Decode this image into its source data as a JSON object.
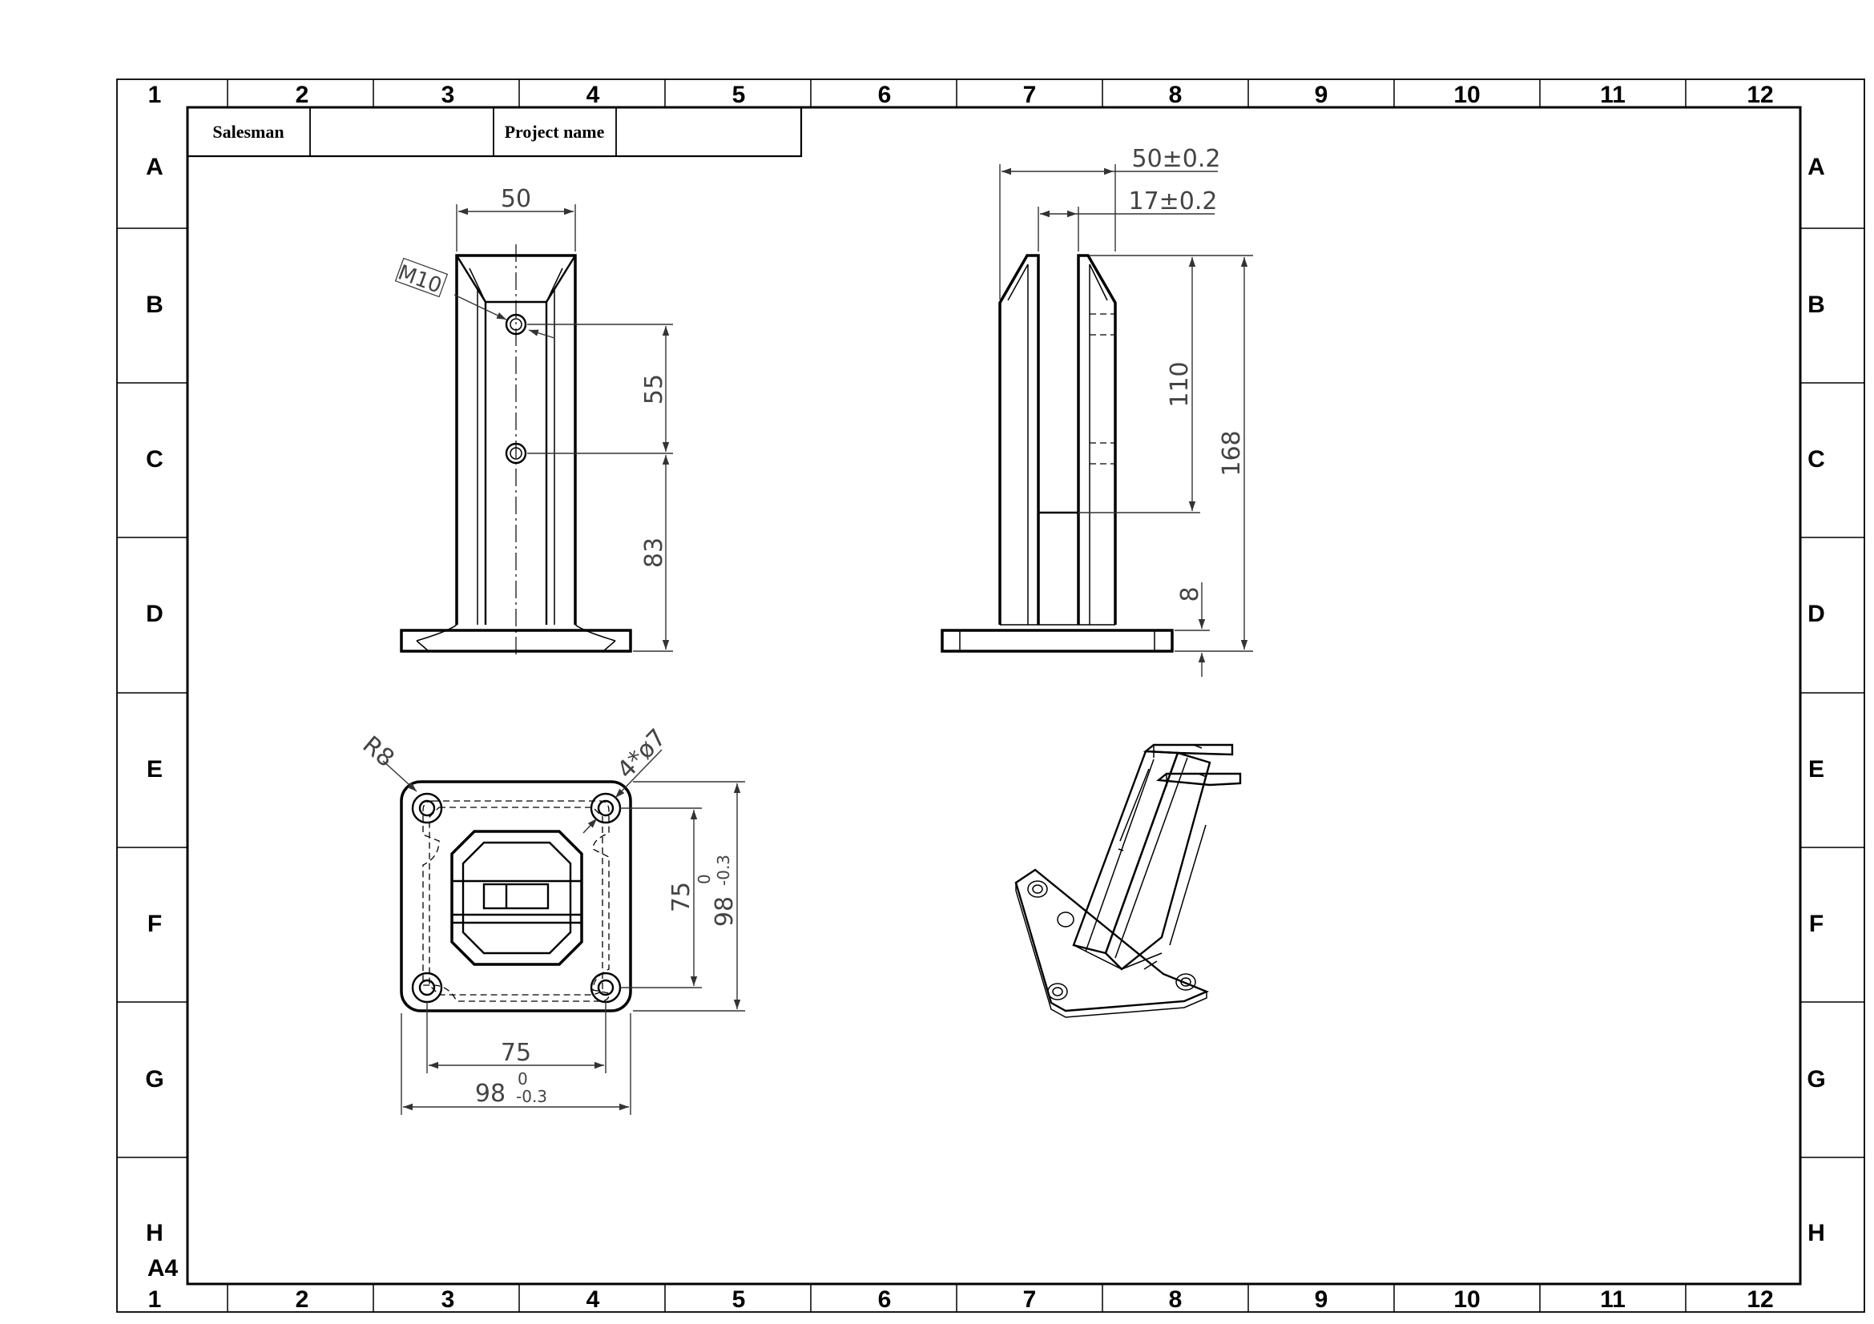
{
  "sheet": {
    "size_label": "A4",
    "columns": [
      "1",
      "2",
      "3",
      "4",
      "5",
      "6",
      "7",
      "8",
      "9",
      "10",
      "11",
      "12"
    ],
    "rows": [
      "A",
      "B",
      "C",
      "D",
      "E",
      "F",
      "G",
      "H"
    ]
  },
  "title_block": {
    "salesman_label": "Salesman",
    "salesman_value": "",
    "project_label": "Project name",
    "project_value": ""
  },
  "front_view": {
    "width": "50",
    "thread": "M10",
    "hole_spacing": "55",
    "hole_height": "83"
  },
  "side_view": {
    "outer_width": "50±0.2",
    "slot_width": "17±0.2",
    "slot_depth": "110",
    "total_height": "168",
    "base_thickness": "8"
  },
  "top_view": {
    "corner_radius": "R8",
    "holes": "4*ø7",
    "hole_spacing_v": "75",
    "base_size_v": "98",
    "tol_upper_v": "0",
    "tol_lower_v": "-0.3",
    "hole_spacing_h": "75",
    "base_size_h": "98",
    "tol_upper_h": "0",
    "tol_lower_h": "-0.3"
  }
}
